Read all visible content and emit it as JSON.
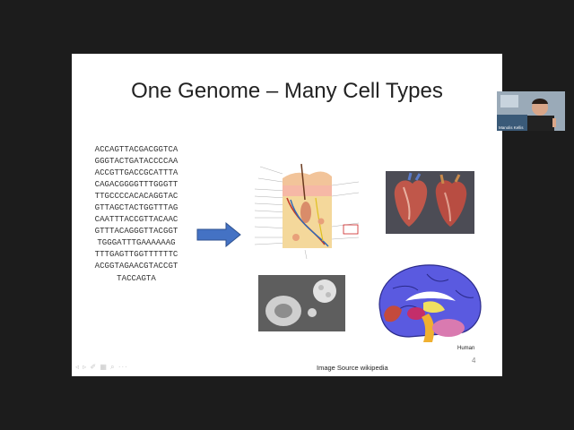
{
  "slide": {
    "title": "One Genome – Many Cell Types",
    "dna_lines": [
      "ACCAGTTACGACGGTCA",
      "GGGTACTGATACCCCAA",
      "ACCGTTGACCGCATTTA",
      "CAGACGGGGTTTGGGTT",
      "TTGCCCCACACAGGTAC",
      "GTTAGCTACTGGTTTAG",
      "CAATTTACCGTTACAAC",
      "GTTTACAGGGTTACGGT",
      "TGGGATTTGAAAAAAG",
      "TTTGAGTTGGTTTTTTC",
      "ACGGTAGAACGTACCGT",
      "TACCAGTA"
    ],
    "brain_caption": "Human",
    "page_number": "4",
    "image_source": "Image Source wikipedia",
    "slide_controls": "◃ ▹ ✐ ▦ ⌕ ···"
  },
  "webcam": {
    "name": "Manolis Kellis"
  },
  "colors": {
    "arrow": "#4472c4",
    "slide_bg": "#ffffff",
    "app_bg": "#1c1c1c",
    "brain_cortex": "#5a5ae0"
  }
}
